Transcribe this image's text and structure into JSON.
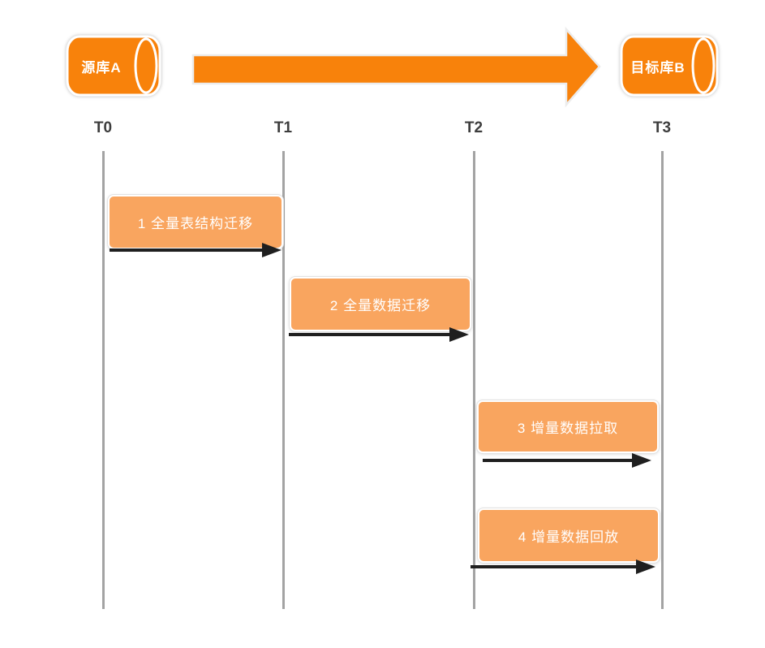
{
  "diagram": {
    "source_db": "源库A",
    "target_db": "目标库B",
    "timeline": [
      "T0",
      "T1",
      "T2",
      "T3"
    ],
    "steps": [
      {
        "label": "1 全量表结构迁移"
      },
      {
        "label": "2 全量数据迁移"
      },
      {
        "label": "3 增量数据拉取"
      },
      {
        "label": "4 增量数据回放"
      }
    ],
    "colors": {
      "db_orange": "#f8820b",
      "step_light_orange": "#f9a55f",
      "timeline_gray": "#a3a3a3",
      "step_arrow_black": "#1f1f1f",
      "flow_arrow_outline": "#ececec"
    }
  }
}
